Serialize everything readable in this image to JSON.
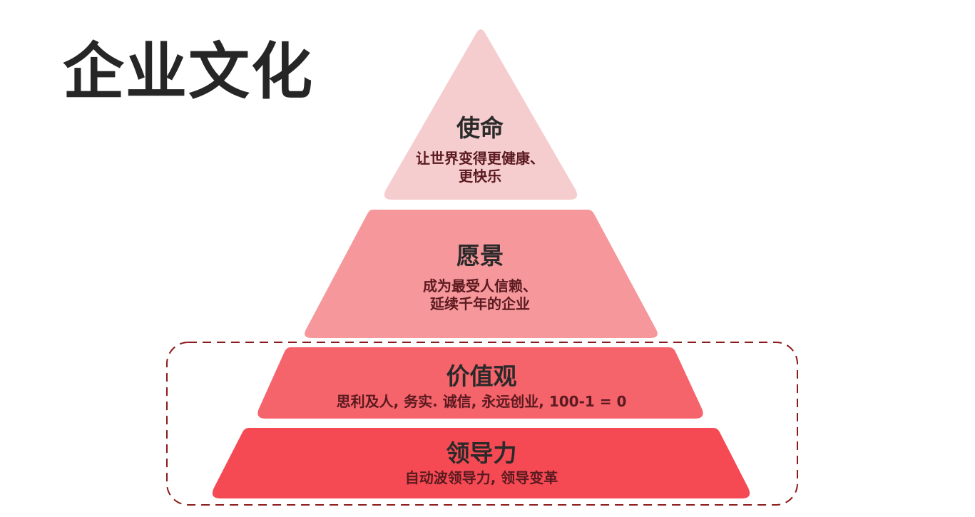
{
  "title": "企业文化",
  "tiers": [
    {
      "name": "使命",
      "desc_line1": "让世界变得更健康、",
      "desc_line2": "更快乐",
      "color": "#f5cdce"
    },
    {
      "name": "愿景",
      "desc_line1": "成为最受人信赖、",
      "desc_line2": "延续千年的企业",
      "color": "#f5979b"
    },
    {
      "name": "价值观",
      "desc": "思利及人, 务实. 诚信, 永远创业, 100-1 = 0",
      "color": "#f5636b"
    },
    {
      "name": "领导力",
      "desc": "自动波领导力, 领导变革",
      "color": "#f54a54"
    }
  ],
  "highlight_border_color": "#8b1a1a"
}
